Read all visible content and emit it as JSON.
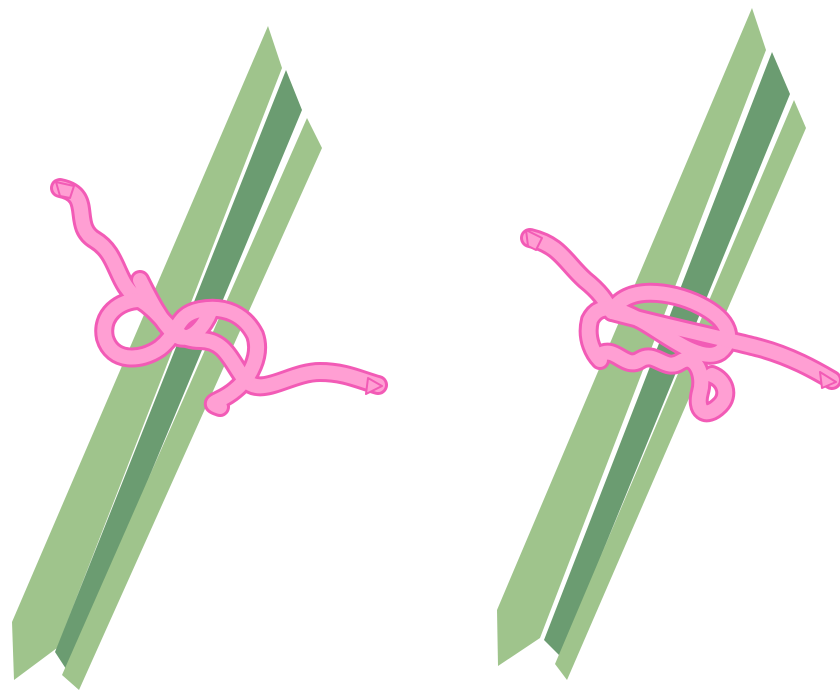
{
  "scene": {
    "background": "#ffffff",
    "colors": {
      "stick_light": "#9fc48c",
      "stick_dark": "#6b9c71",
      "ribbon_fill": "#ff9fd3",
      "ribbon_edge": "#f25bb6"
    },
    "illustrations": [
      {
        "name": "left-knot-on-sticks",
        "sticks": 3,
        "ribbon": "loose-square-knot"
      },
      {
        "name": "right-knot-on-sticks",
        "sticks": 3,
        "ribbon": "wrapped-coil-knot"
      }
    ]
  }
}
